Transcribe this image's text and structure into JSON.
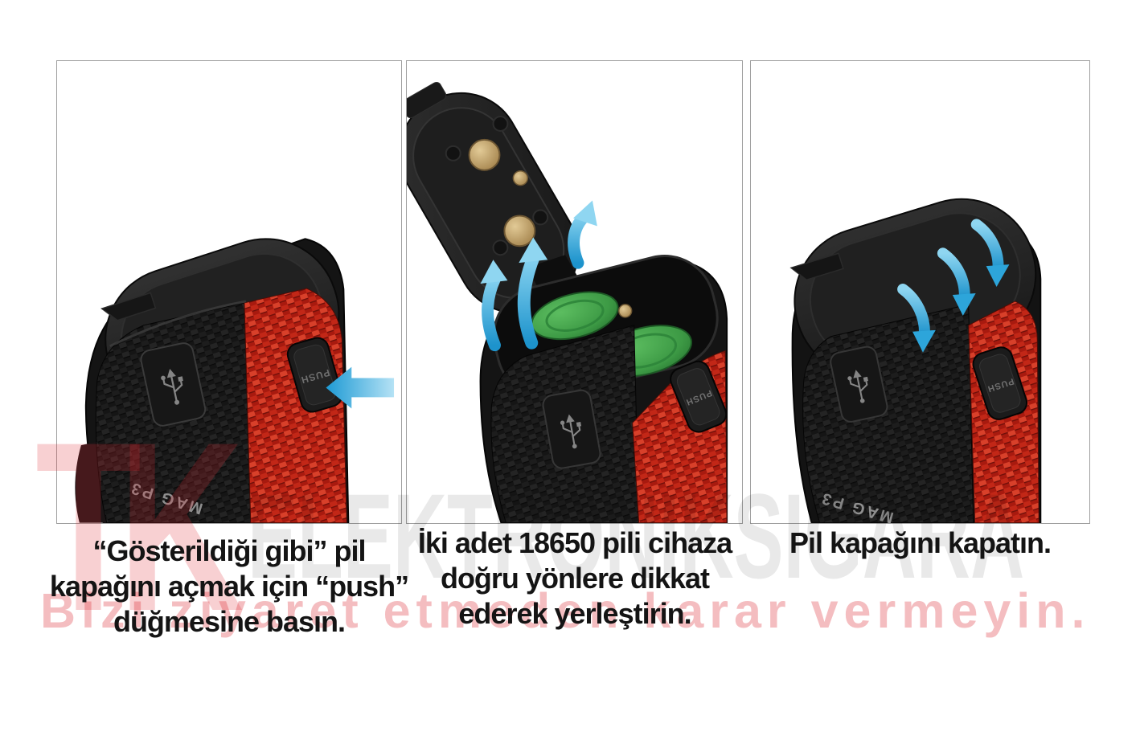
{
  "panels": [
    {
      "id": "step-1",
      "caption_lines": [
        "“Gösterildiği gibi” pil",
        "kapağını açmak için “push”",
        "düğmesine basın."
      ],
      "device": {
        "brand_label": "MAG P3",
        "push_label": "PUSH"
      }
    },
    {
      "id": "step-2",
      "caption_lines": [
        "İki adet 18650 pili cihaza",
        "doğru yönlere dikkat",
        "ederek yerleştirin."
      ],
      "device": {
        "push_label": "PUSH"
      }
    },
    {
      "id": "step-3",
      "caption_lines": [
        "Pil kapağını kapatın."
      ],
      "device": {
        "brand_label": "MAG P3",
        "push_label": "PUSH"
      }
    }
  ],
  "watermark": {
    "logo_text": "TK",
    "brand_text": "ELEKTRONIKSIGARA",
    "tagline": "Bizi ziyaret etmeden karar vermeyin."
  },
  "colors": {
    "arrow_cyan": "#2fa8dc",
    "battery_green": "#44a04a",
    "carbon_red": "#c42718",
    "contact_gold": "#bfa06d",
    "watermark_red": "#ed1c24",
    "watermark_gray": "#e8e8e8",
    "caption_text": "#141414",
    "panel_border": "#9f9f9f"
  }
}
